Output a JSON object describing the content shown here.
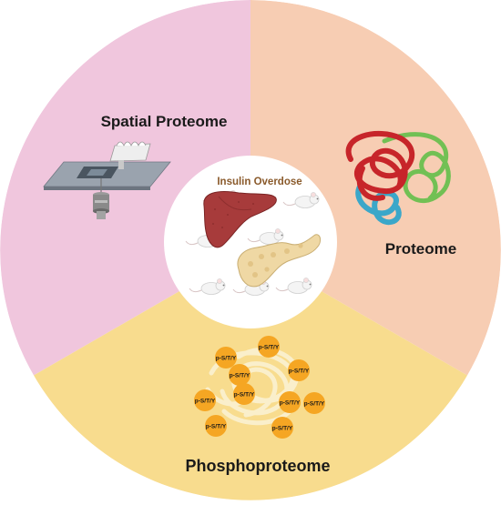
{
  "segments": {
    "spatial": {
      "label": "Spatial Proteome",
      "color": "#f0c6dd"
    },
    "proteome": {
      "label": "Proteome",
      "color": "#f7cdb3"
    },
    "phospho": {
      "label": "Phosphoproteome",
      "color": "#f8dc8e"
    }
  },
  "center": {
    "title": "Insulin Overdose",
    "title_color": "#8a5a2b"
  },
  "phospho_sites": {
    "label": "p-S/T/Y",
    "items": [
      "p-S/T/Y",
      "p-S/T/Y",
      "p-S/T/Y",
      "p-S/T/Y",
      "p-S/T/Y",
      "p-S/T/Y",
      "p-S/T/Y",
      "p-S/T/Y",
      "p-S/T/Y",
      "p-S/T/Y"
    ],
    "color": "#f5a623"
  },
  "icons": {
    "slide": "microscope-slide-laser-icon",
    "protein": "protein-tangle-icon",
    "liver": "liver-icon",
    "pancreas": "pancreas-icon",
    "mouse": "mouse-icon"
  }
}
